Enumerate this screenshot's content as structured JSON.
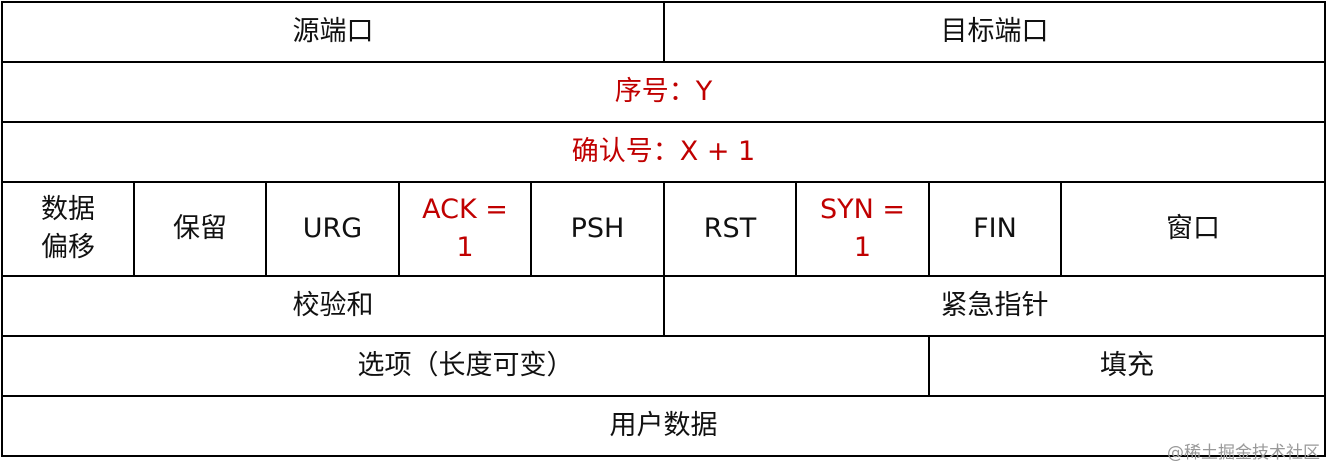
{
  "row1": {
    "source_port": "源端口",
    "dest_port": "目标端口"
  },
  "row2": {
    "sequence": "序号：Y"
  },
  "row3": {
    "ack_number": "确认号：X + 1"
  },
  "row4": {
    "data_offset": "数据\n偏移",
    "reserved": "保留",
    "urg": "URG",
    "ack": "ACK =\n1",
    "psh": "PSH",
    "rst": "RST",
    "syn": "SYN =\n1",
    "fin": "FIN",
    "window": "窗口"
  },
  "row5": {
    "checksum": "校验和",
    "urgent_pointer": "紧急指针"
  },
  "row6": {
    "options": "选项（长度可变）",
    "padding": "填充"
  },
  "row7": {
    "user_data": "用户数据"
  },
  "watermark": "@稀土掘金技术社区",
  "colors": {
    "highlight": "#c00000",
    "border": "#000000"
  }
}
